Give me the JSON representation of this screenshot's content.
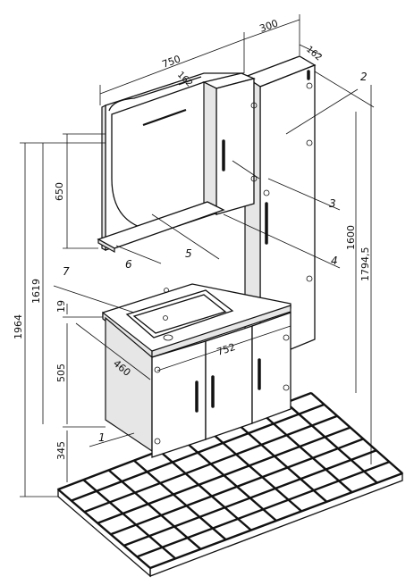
{
  "dimensions": {
    "top_width": "750",
    "cabinet_width": "300",
    "top_depth": "162",
    "mirror_depth": "162",
    "mirror_height": "650",
    "total_height": "1964",
    "mirror_top_height": "1619",
    "countertop_thickness": "19",
    "base_height": "505",
    "leg_height": "345",
    "vanity_depth": "460",
    "vanity_width": "752",
    "column_height": "1600",
    "column_full_height": "1794,5"
  },
  "callouts": [
    "1",
    "2",
    "3",
    "4",
    "5",
    "6",
    "7"
  ]
}
